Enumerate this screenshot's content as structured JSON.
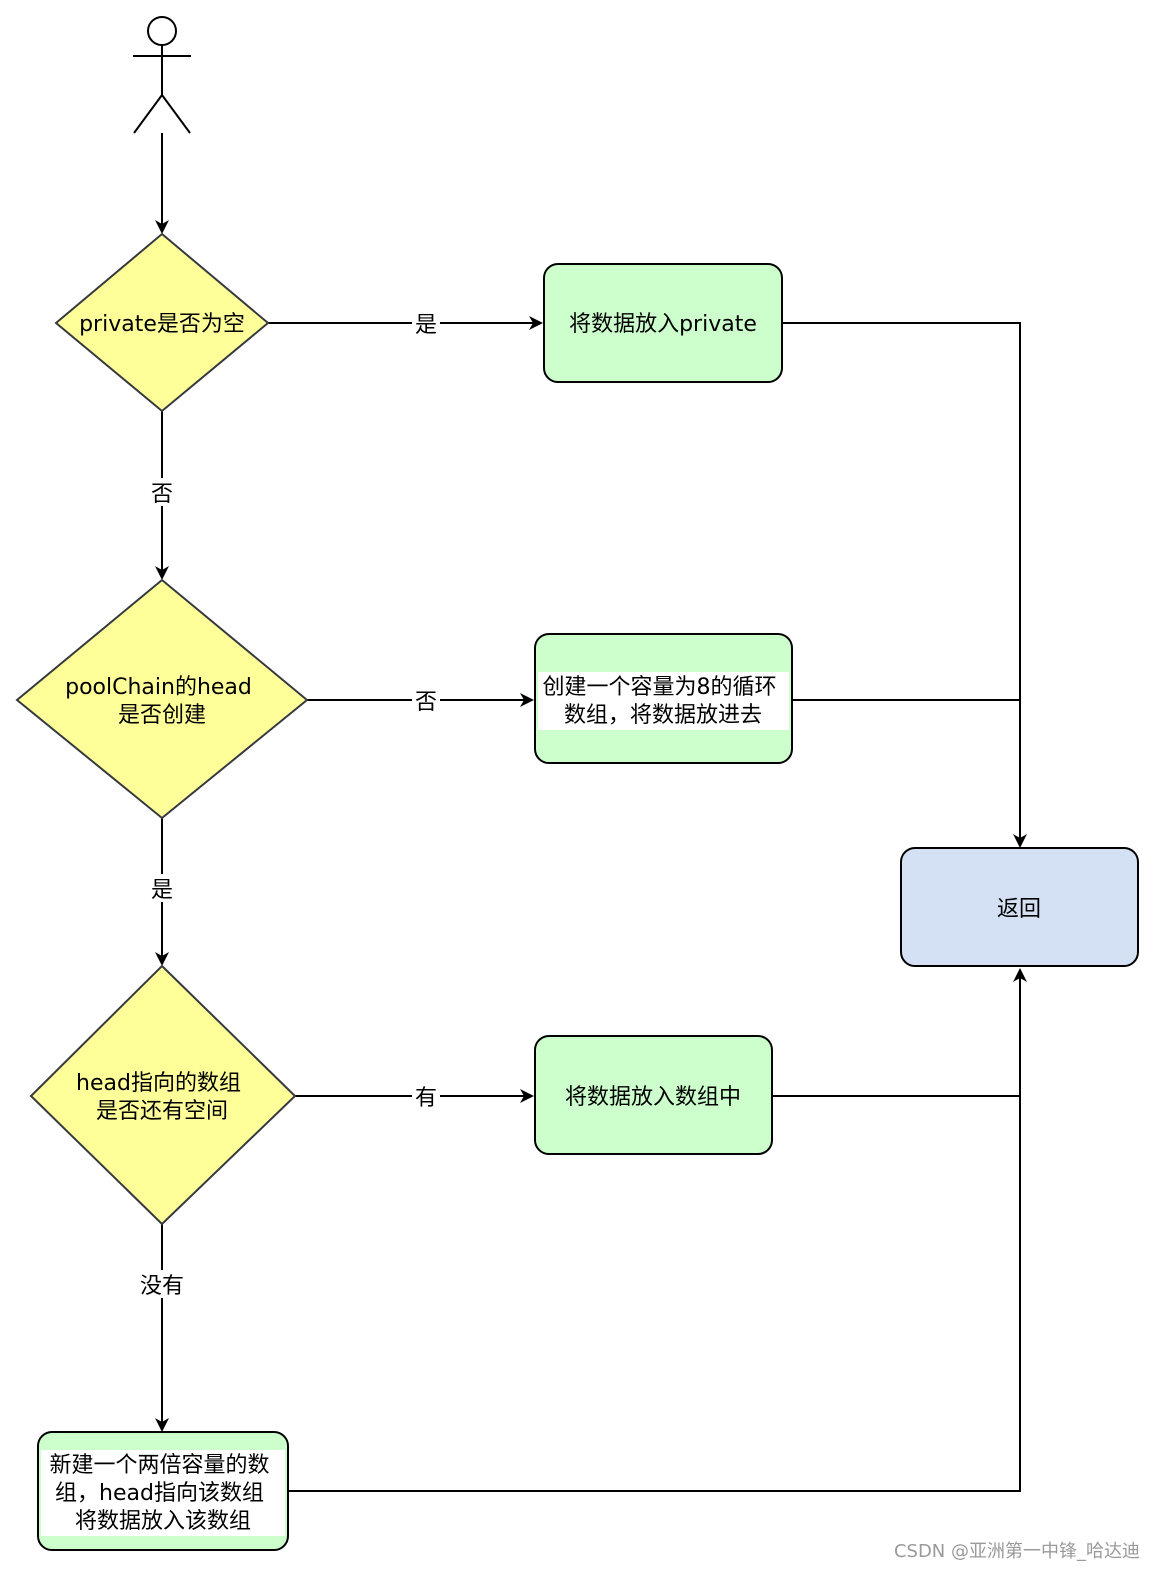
{
  "actor": {
    "icon": "actor-stick-figure-icon"
  },
  "decisions": {
    "private_empty": {
      "lines": [
        "private是否为空"
      ]
    },
    "head_created": {
      "lines": [
        "poolChain的head",
        "是否创建"
      ]
    },
    "head_has_space": {
      "lines": [
        "head指向的数组",
        "是否还有空间"
      ]
    }
  },
  "processes": {
    "put_private": {
      "lines": [
        "将数据放入private"
      ]
    },
    "create_ring": {
      "lines": [
        "创建一个容量为8的循环",
        "数组，将数据放进去"
      ]
    },
    "put_array": {
      "lines": [
        "将数据放入数组中"
      ]
    },
    "new_double": {
      "lines": [
        "新建一个两倍容量的数",
        "组，head指向该数组",
        "将数据放入该数组"
      ]
    },
    "return_node": {
      "lines": [
        "返回"
      ]
    }
  },
  "edge_labels": {
    "private_yes": "是",
    "private_no": "否",
    "head_no": "否",
    "head_yes": "是",
    "space_yes": "有",
    "space_no": "没有"
  },
  "watermark": "CSDN @亚洲第一中锋_哈达迪",
  "colors": {
    "decision_fill": "#ffff99",
    "decision_stroke": "#36393d",
    "process_fill": "#ccffcc",
    "process_stroke": "#000000",
    "return_fill": "#d4e1f5",
    "return_stroke": "#000000",
    "line": "#000000"
  }
}
